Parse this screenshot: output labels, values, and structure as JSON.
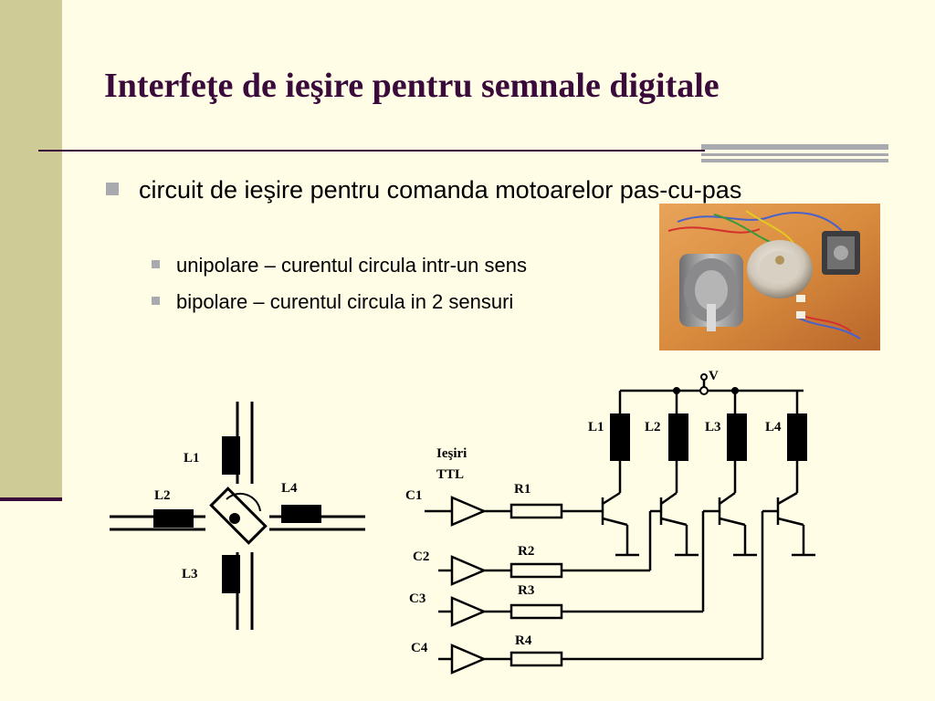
{
  "slide": {
    "title": "Interfeţe de ieşire pentru semnale digitale",
    "bullets": [
      {
        "text": "circuit de ieşire pentru comanda motoarelor pas-cu-pas",
        "sub": [
          "unipolare – curentul circula intr-un sens",
          "bipolare – curentul circula in 2 sensuri"
        ]
      }
    ]
  },
  "motor_diagram": {
    "coil_labels": [
      "L1",
      "L2",
      "L3",
      "L4"
    ]
  },
  "driver_circuit": {
    "supply_label": "V",
    "outputs_label_line1": "Ieşiri",
    "outputs_label_line2": "TTL",
    "inputs": [
      "C1",
      "C2",
      "C3",
      "C4"
    ],
    "resistors": [
      "R1",
      "R2",
      "R3",
      "R4"
    ],
    "coils": [
      "L1",
      "L2",
      "L3",
      "L4"
    ]
  },
  "colors": {
    "background": "#FFFDE5",
    "band": "#CFCB96",
    "title": "#3A0A3A",
    "accent": "#A9A9B0"
  }
}
